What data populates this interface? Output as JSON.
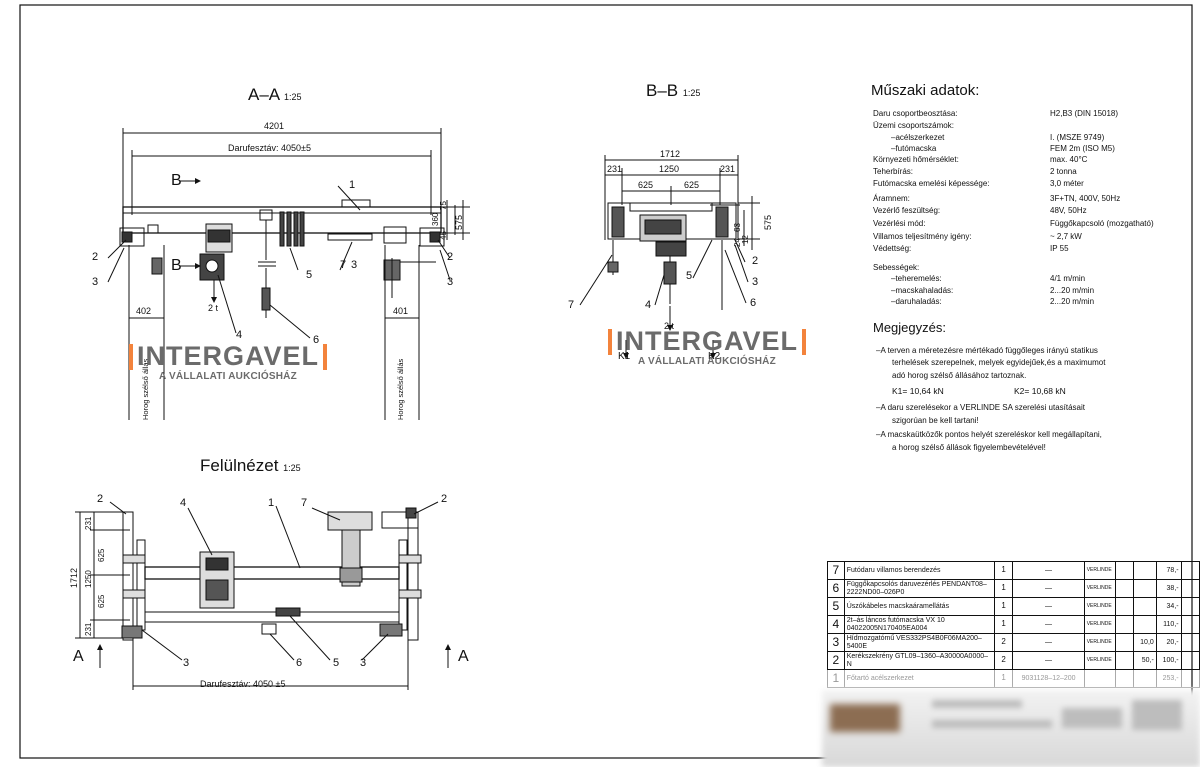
{
  "views": {
    "section_aa": {
      "title": "A–A",
      "scale": "1:25"
    },
    "section_bb": {
      "title": "B–B",
      "scale": "1:25"
    },
    "plan": {
      "title": "Felülnézet",
      "scale": "1:25"
    }
  },
  "dims_aa": {
    "overall": "4201",
    "span": "Darufesztáv: 4050±5",
    "left": "402",
    "right": "401",
    "h1": "360",
    "h2": "45",
    "h3": "75",
    "height": "575",
    "load": "2 t",
    "view_label": "B",
    "hook_left": "Horog szélső állás",
    "hook_right": "Horog szélső állás"
  },
  "dims_bb": {
    "overall": "1712",
    "left": "231",
    "mid": "1250",
    "right": "231",
    "half1": "625",
    "half2": "625",
    "d1": "63",
    "d2": "24",
    "d3": "12",
    "height": "575",
    "load": "2 t",
    "k1": "K1",
    "k2": "K2"
  },
  "dims_plan": {
    "overall": "1712",
    "d231a": "231",
    "d625a": "625",
    "d1250": "1250",
    "d625b": "625",
    "d231b": "231",
    "span": "Darufesztáv: 4050 ±5",
    "view_label": "A"
  },
  "callouts": [
    "1",
    "2",
    "3",
    "4",
    "5",
    "6",
    "7"
  ],
  "watermark": {
    "name": "INTERGAVEL",
    "tagline": "A VÁLLALATI AUKCIÓSHÁZ"
  },
  "specs": {
    "title": "Műszaki adatok:",
    "rows": [
      {
        "label": "Daru csoportbeosztása:",
        "value": "H2,B3 (DIN 15018)"
      },
      {
        "label": "Üzemi csoportszámok:",
        "value": ""
      },
      {
        "label": "–acélszerkezet",
        "value": "I. (MSZE 9749)"
      },
      {
        "label": "–futómacska",
        "value": "FEM 2m (ISO M5)"
      },
      {
        "label": "Környezeti hőmérséklet:",
        "value": "max. 40°C"
      },
      {
        "label": "Teherbírás:",
        "value": "2 tonna"
      },
      {
        "label": "Futómacska emelési képessége:",
        "value": "3,0 méter"
      },
      {
        "label": "Áramnem:",
        "value": "3F+TN, 400V, 50Hz"
      },
      {
        "label": "Vezérlő feszültség:",
        "value": "48V, 50Hz"
      },
      {
        "label": "Vezérlési mód:",
        "value": "Függőkapcsoló (mozgatható)"
      },
      {
        "label": "Villamos teljesítmény igény:",
        "value": "~ 2,7 kW"
      },
      {
        "label": "Védettség:",
        "value": "IP 55"
      },
      {
        "label": "Sebességek:",
        "value": ""
      },
      {
        "label": "–teheremelés:",
        "value": "4/1 m/min"
      },
      {
        "label": "–macskahaladás:",
        "value": "2...20 m/min"
      },
      {
        "label": "–daruhaladás:",
        "value": "2...20 m/min"
      }
    ]
  },
  "notes": {
    "title": "Megjegyzés:",
    "lines": [
      "–A terven a méretezésre mértékadó függőleges irányú statikus",
      "terhelések szerepelnek, melyek egyidejűek,és a maximumot",
      "adó horog szélső állásához tartoznak.",
      "–A daru szerelésekor a VERLINDE SA szerelési utasításait",
      "szigorúan be kell tartani!",
      "–A macskaütközők pontos helyét szereléskor kell megállapítani,",
      "a horog szélső állások figyelembevételével!"
    ],
    "k1": "K1= 10,64 kN",
    "k2": "K2= 10,68 kN"
  },
  "bom": [
    {
      "no": "7",
      "desc": "Futódaru villamos berendezés",
      "qty": "1",
      "std": "—",
      "mfr": "VERLINDE",
      "b1": "",
      "b2": "",
      "b3": "78,-",
      "faded": false
    },
    {
      "no": "6",
      "desc": "Függőkapcsolós daruvezérlés PENDANT08–2222ND00–026P0",
      "qty": "1",
      "std": "—",
      "mfr": "VERLINDE",
      "b1": "",
      "b2": "",
      "b3": "38,-",
      "faded": false
    },
    {
      "no": "5",
      "desc": "Úszókábeles macskaáramellátás",
      "qty": "1",
      "std": "—",
      "mfr": "VERLINDE",
      "b1": "",
      "b2": "",
      "b3": "34,-",
      "faded": false
    },
    {
      "no": "4",
      "desc": "2t–ás láncos futómacska VX 10 04022005N170405EA004",
      "qty": "1",
      "std": "—",
      "mfr": "VERLINDE",
      "b1": "",
      "b2": "",
      "b3": "110,-",
      "faded": false
    },
    {
      "no": "3",
      "desc": "Hídmozgatómű VES332PS4B0F06MA200–5400E",
      "qty": "2",
      "std": "—",
      "mfr": "VERLINDE",
      "b1": "",
      "b2": "10,0",
      "b3": "20,-",
      "faded": false
    },
    {
      "no": "2",
      "desc": "Kerékszekrény GTL09–1360–A30000A0000–N",
      "qty": "2",
      "std": "—",
      "mfr": "VERLINDE",
      "b1": "",
      "b2": "50,-",
      "b3": "100,-",
      "faded": false
    },
    {
      "no": "1",
      "desc": "Főtartó acélszerkezet",
      "qty": "1",
      "std": "9031128–12–200",
      "mfr": "",
      "b1": "",
      "b2": "",
      "b3": "253,-",
      "faded": true
    }
  ]
}
